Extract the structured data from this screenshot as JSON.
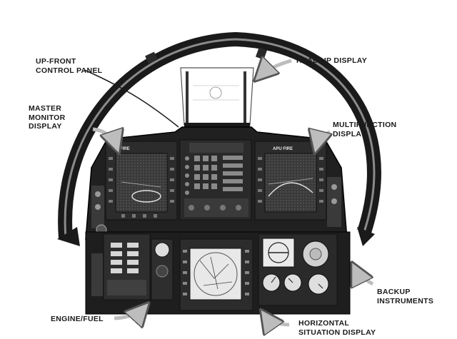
{
  "labels": {
    "up_front": [
      "UP-FRONT",
      "CONTROL PANEL"
    ],
    "head_up": [
      "HEAD UP DISPLAY"
    ],
    "master_monitor": [
      "MASTER",
      "MONITOR",
      "DISPLAY"
    ],
    "multifunction": [
      "MULTIFUNCTION",
      "DISPLAY"
    ],
    "backup": [
      "BACKUP",
      "INSTRUMENTS"
    ],
    "engine_fuel": [
      "ENGINE/FUEL"
    ],
    "horizontal_situation": [
      "HORIZONTAL",
      "SITUATION DISPLAY"
    ]
  },
  "panel_text": {
    "fire_left": "FIRE",
    "fire_right": "APU FIRE"
  },
  "colors": {
    "ink": "#1a1a1a",
    "panel_dark": "#202020",
    "panel_mid": "#4a4a4a",
    "screen": "#3a3a3a"
  }
}
